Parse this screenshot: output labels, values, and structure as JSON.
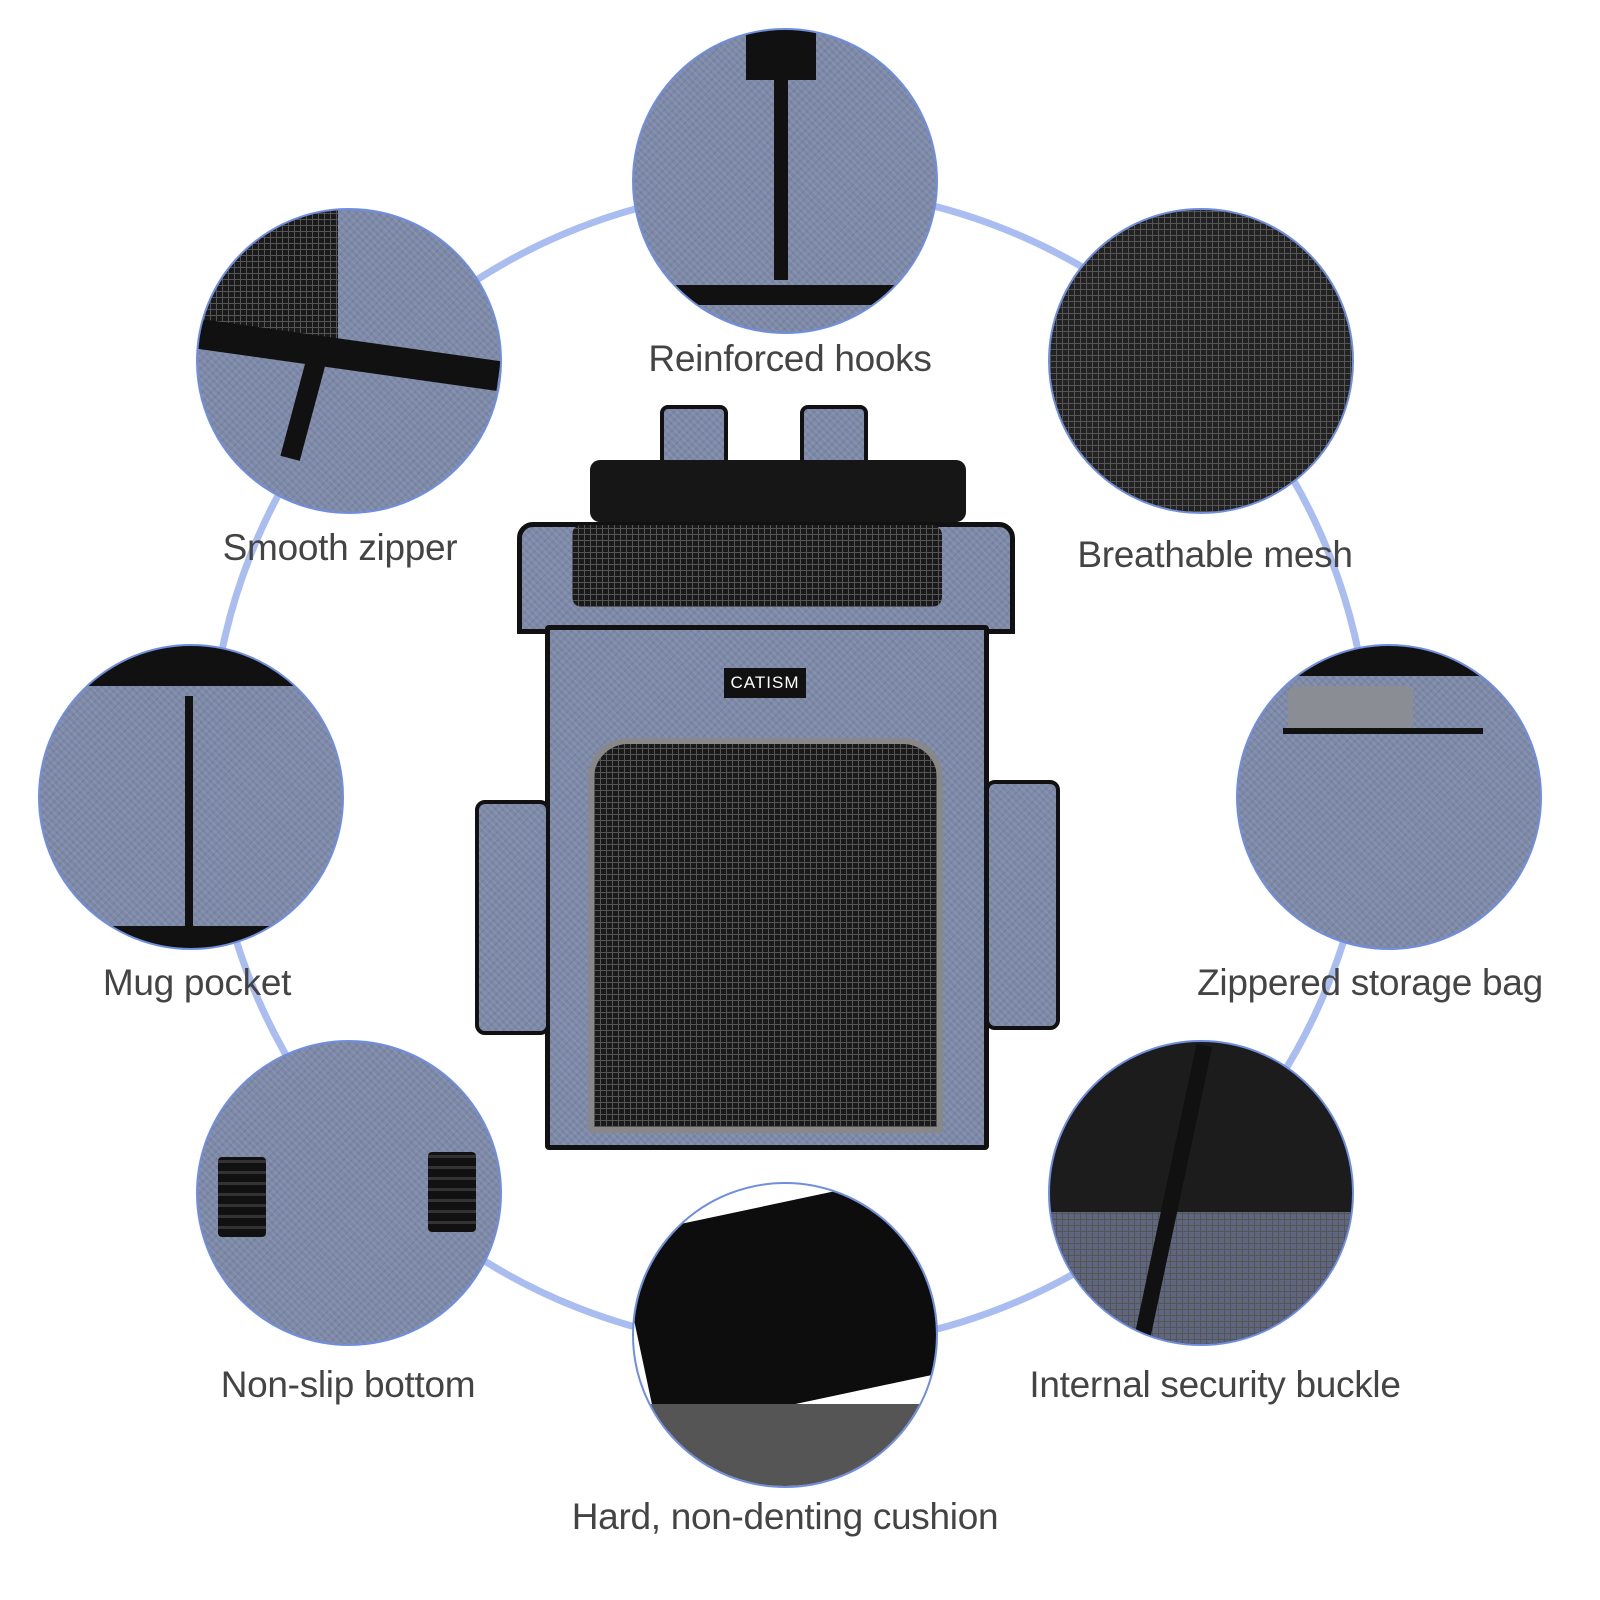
{
  "brand": "CATISM",
  "accent_color": "#a9bdf0",
  "features": [
    {
      "label": "Reinforced hooks"
    },
    {
      "label": "Smooth zipper"
    },
    {
      "label": "Breathable mesh"
    },
    {
      "label": "Mug pocket"
    },
    {
      "label": "Zippered storage bag"
    },
    {
      "label": "Non-slip bottom"
    },
    {
      "label": "Internal security buckle"
    },
    {
      "label": "Hard, non-denting cushion"
    }
  ]
}
